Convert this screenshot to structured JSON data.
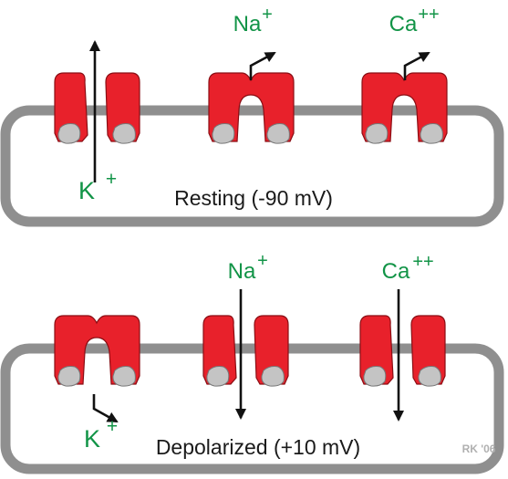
{
  "colors": {
    "membrane": "#8f8f8f",
    "channel_fill": "#e8212b",
    "channel_stroke": "#8a0e14",
    "gate": "#c4c4c4",
    "gate_stroke": "#777777",
    "arrow": "#111111",
    "ion_label": "#129447",
    "caption": "#1a1a1a",
    "signature": "#b0b0b0"
  },
  "panels": [
    {
      "caption": "Resting (-90 mV)",
      "ions": {
        "k": "K",
        "na": "Na",
        "ca": "Ca"
      },
      "charges": {
        "k": "+",
        "na": "+",
        "ca": "++"
      }
    },
    {
      "caption": "Depolarized (+10 mV)",
      "ions": {
        "k": "K",
        "na": "Na",
        "ca": "Ca"
      },
      "charges": {
        "k": "+",
        "na": "+",
        "ca": "++"
      }
    }
  ],
  "signature": "RK '06"
}
